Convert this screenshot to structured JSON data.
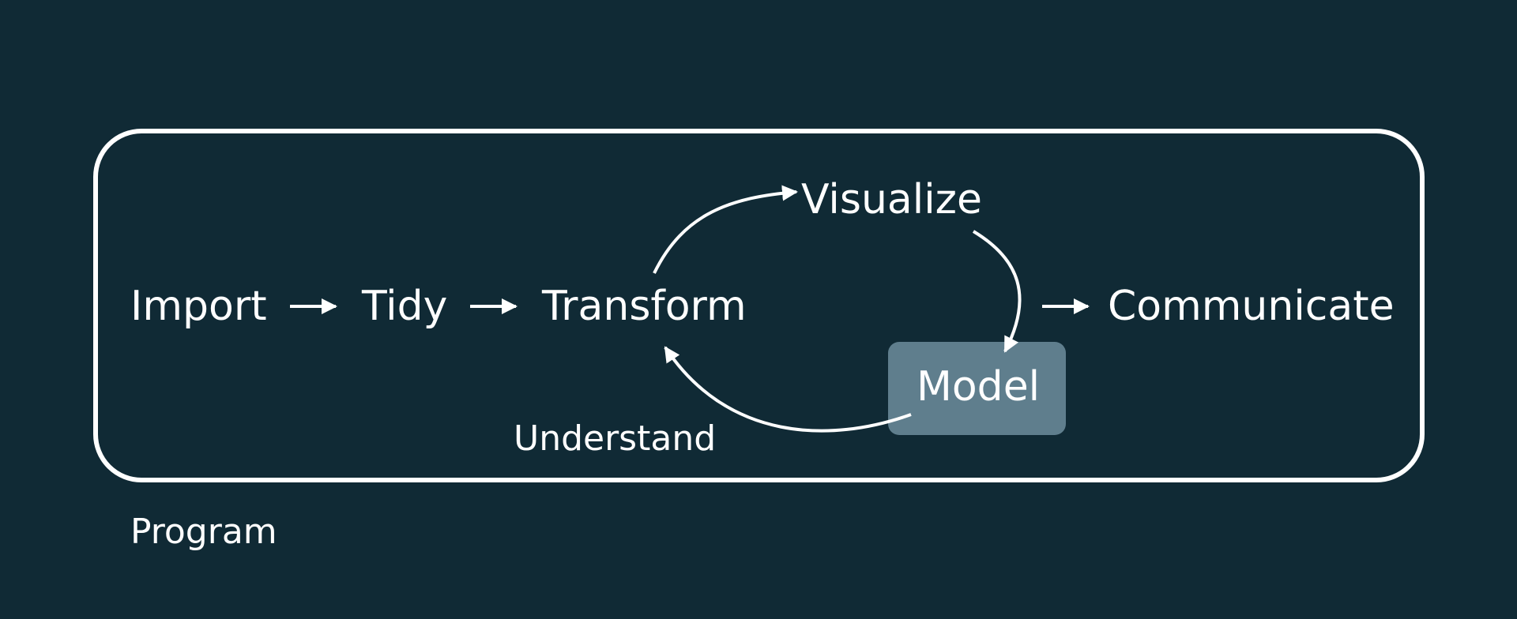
{
  "diagram": {
    "colors": {
      "background": "#102a35",
      "foreground": "#ffffff",
      "model_box": "#5f7e8d"
    },
    "nodes": {
      "import": "Import",
      "tidy": "Tidy",
      "transform": "Transform",
      "visualize": "Visualize",
      "model": "Model",
      "communicate": "Communicate"
    },
    "labels": {
      "understand": "Understand",
      "program": "Program"
    }
  }
}
